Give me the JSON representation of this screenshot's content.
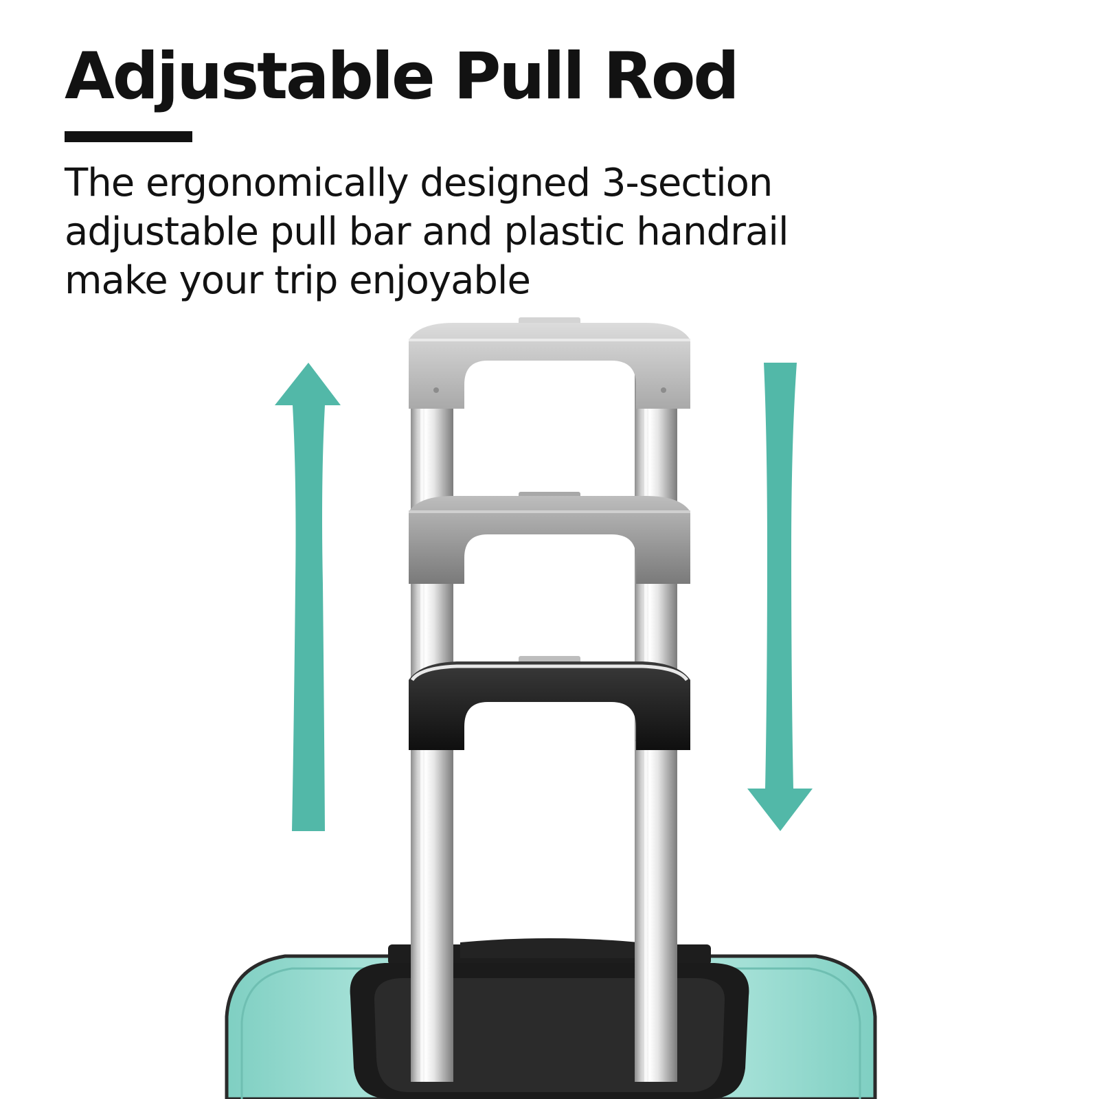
{
  "header": {
    "title": "Adjustable Pull Rod",
    "description": "The ergonomically designed 3-section adjustable pull bar and plastic handrail make your trip enjoyable"
  },
  "illustration": {
    "subject": "telescoping luggage pull rod with three handle heights",
    "arrows": [
      {
        "icon": "arrow-up-icon",
        "direction": "up"
      },
      {
        "icon": "arrow-down-icon",
        "direction": "down"
      }
    ]
  },
  "colors": {
    "accent": "#52B8A8",
    "suitcase": "#9CDDD3",
    "text": "#121212",
    "handle_dark": "#1A1A1A"
  }
}
